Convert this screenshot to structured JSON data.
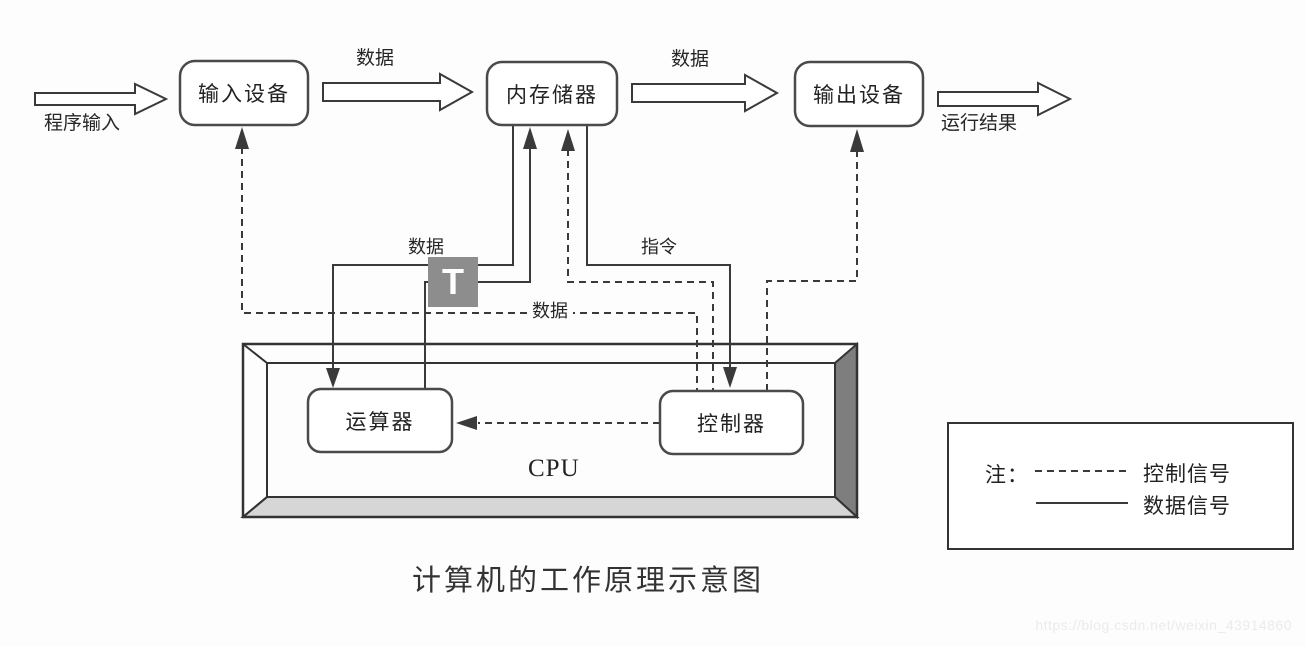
{
  "diagram": {
    "title": "计算机的工作原理示意图",
    "boxes": {
      "input_device": "输入设备",
      "memory": "内存储器",
      "output_device": "输出设备",
      "alu": "运算器",
      "controller": "控制器",
      "cpu": "CPU"
    },
    "flow_labels": {
      "program_input": "程序输入",
      "data_in": "数据",
      "data_out": "数据",
      "run_result": "运行结果",
      "data_mem_alu": "数据",
      "instruction": "指令",
      "data_ctrl_line": "数据"
    },
    "legend": {
      "note": "注：",
      "control_signal": "控制信号",
      "data_signal": "数据信号"
    },
    "edges": [
      {
        "from": "program-input",
        "to": "input-device",
        "style": "block-arrow",
        "label": "程序输入"
      },
      {
        "from": "input-device",
        "to": "memory",
        "style": "block-arrow",
        "label": "数据"
      },
      {
        "from": "memory",
        "to": "output-device",
        "style": "block-arrow",
        "label": "数据"
      },
      {
        "from": "output-device",
        "to": "run-result",
        "style": "block-arrow",
        "label": "运行结果"
      },
      {
        "from": "memory",
        "to": "alu",
        "style": "solid",
        "label": "数据"
      },
      {
        "from": "alu",
        "to": "memory",
        "style": "solid",
        "label": ""
      },
      {
        "from": "memory",
        "to": "controller",
        "style": "solid",
        "label": "指令"
      },
      {
        "from": "controller",
        "to": "input-device",
        "style": "dashed",
        "label": "数据"
      },
      {
        "from": "controller",
        "to": "memory",
        "style": "dashed",
        "label": ""
      },
      {
        "from": "controller",
        "to": "output-device",
        "style": "dashed",
        "label": ""
      },
      {
        "from": "controller",
        "to": "alu",
        "style": "dashed",
        "label": ""
      }
    ],
    "watermark": {
      "badge_letter": "T",
      "url_text": "https://blog.csdn.net/weixin_43914860"
    },
    "colors": {
      "line": "#3a3a3a",
      "box_border": "#4a4a4a",
      "cpu_bevel_dark": "#7e7e7e",
      "cpu_bevel_light": "#d6d6d6",
      "badge_bg": "#8d8d8d",
      "watermark_text": "#ebebe9"
    }
  }
}
